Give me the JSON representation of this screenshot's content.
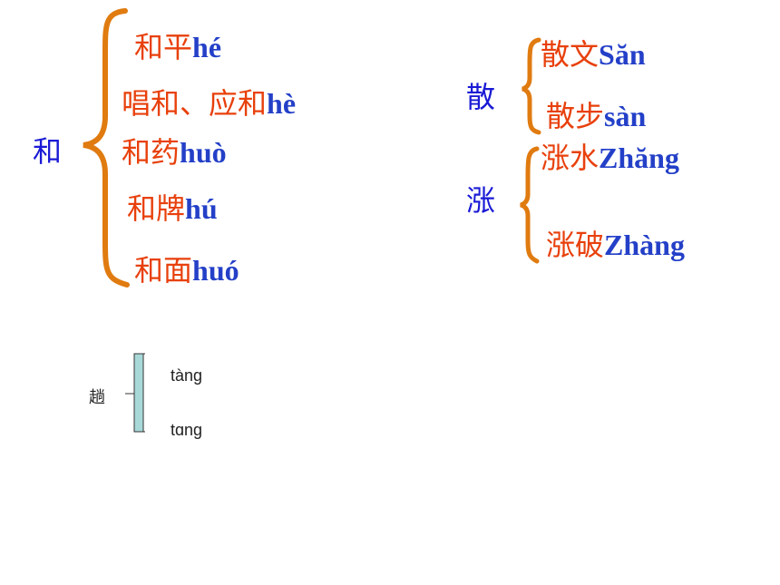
{
  "colors": {
    "head": "#1a1ad6",
    "hanzi": "#e8400c",
    "pinyin": "#2440c8",
    "brace": "#e07b10",
    "bracket": "#a8d8d8"
  },
  "group_he": {
    "head": "和",
    "items": [
      {
        "hanzi": "和平",
        "pinyin": "hé"
      },
      {
        "hanzi": "唱和、应和",
        "pinyin": "hè"
      },
      {
        "hanzi": "和药",
        "pinyin": "huò"
      },
      {
        "hanzi": "和牌",
        "pinyin": "hú"
      },
      {
        "hanzi": "和面",
        "pinyin": "huó"
      }
    ]
  },
  "group_san": {
    "head": "散",
    "items": [
      {
        "hanzi": "散文",
        "pinyin": "Săn"
      },
      {
        "hanzi": "散步",
        "pinyin": "sàn"
      }
    ]
  },
  "group_zhang": {
    "head": "涨",
    "items": [
      {
        "hanzi": "涨水",
        "pinyin": "Zhăng"
      },
      {
        "hanzi": "涨破",
        "pinyin": "Zhàng"
      }
    ]
  },
  "group_tang": {
    "head": "趟",
    "items": [
      "tàng",
      "tɑng"
    ]
  }
}
